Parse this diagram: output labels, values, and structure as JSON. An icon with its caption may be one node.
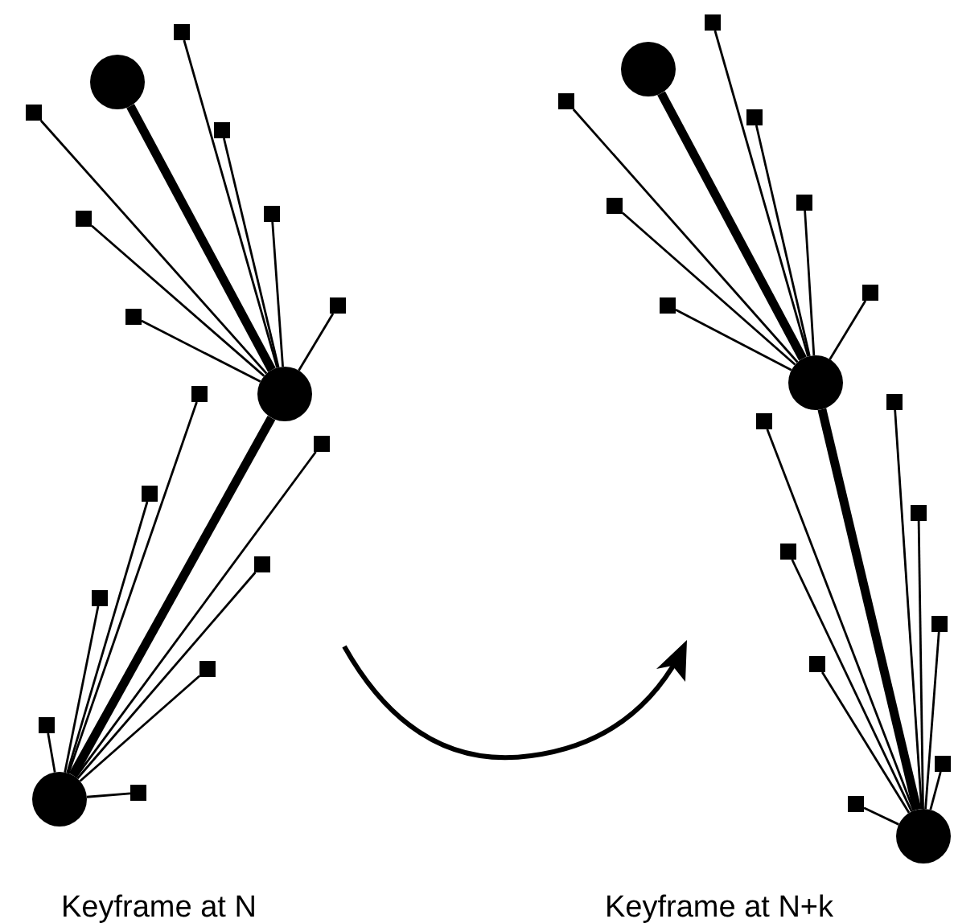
{
  "diagram": {
    "nodes": [
      {
        "text": [],
        "shape": "circle"
      },
      {
        "text": [],
        "shape": "circle"
      },
      {
        "text": [],
        "shape": "circle"
      },
      {
        "text": [],
        "shape": "circle"
      },
      {
        "text": [],
        "shape": "circle"
      },
      {
        "text": [],
        "shape": "circle"
      },
      {
        "text": [],
        "shape": "box"
      },
      {
        "text": [],
        "shape": "box"
      },
      {
        "text": [],
        "shape": "box"
      },
      {
        "text": [],
        "shape": "box"
      },
      {
        "text": [],
        "shape": "box"
      },
      {
        "text": [],
        "shape": "box"
      },
      {
        "text": [],
        "shape": "box"
      },
      {
        "text": [],
        "shape": "box"
      },
      {
        "text": [],
        "shape": "box"
      },
      {
        "text": [],
        "shape": "box"
      },
      {
        "text": [],
        "shape": "box"
      },
      {
        "text": [],
        "shape": "box"
      },
      {
        "text": [],
        "shape": "box"
      },
      {
        "text": [],
        "shape": "box"
      },
      {
        "text": [],
        "shape": "box"
      },
      {
        "text": [],
        "shape": "box"
      },
      {
        "text": [],
        "shape": "box"
      },
      {
        "text": [],
        "shape": "box"
      },
      {
        "text": [],
        "shape": "box"
      },
      {
        "text": [],
        "shape": "box"
      },
      {
        "text": [],
        "shape": "box"
      },
      {
        "text": [],
        "shape": "box"
      },
      {
        "text": [],
        "shape": "box"
      },
      {
        "text": [],
        "shape": "box"
      },
      {
        "text": [],
        "shape": "box"
      },
      {
        "text": [],
        "shape": "box"
      },
      {
        "text": [],
        "shape": "box"
      },
      {
        "text": [],
        "shape": "box"
      },
      {
        "text": [],
        "shape": "box"
      },
      {
        "text": [],
        "shape": "box"
      }
    ],
    "edges": [
      {
        "from": 0,
        "to": 1,
        "arrow": "none",
        "style": "thick"
      },
      {
        "from": 1,
        "to": 2,
        "arrow": "none",
        "style": "thick"
      },
      {
        "from": 3,
        "to": 4,
        "arrow": "none",
        "style": "thick"
      },
      {
        "from": 4,
        "to": 5,
        "arrow": "none",
        "style": "thick"
      },
      {
        "from": 1,
        "to": 6,
        "arrow": "none"
      },
      {
        "from": 1,
        "to": 7,
        "arrow": "none"
      },
      {
        "from": 1,
        "to": 8,
        "arrow": "none"
      },
      {
        "from": 1,
        "to": 9,
        "arrow": "none"
      },
      {
        "from": 1,
        "to": 10,
        "arrow": "none"
      },
      {
        "from": 1,
        "to": 11,
        "arrow": "none"
      },
      {
        "from": 1,
        "to": 12,
        "arrow": "none"
      },
      {
        "from": 2,
        "to": 13,
        "arrow": "none"
      },
      {
        "from": 2,
        "to": 14,
        "arrow": "none"
      },
      {
        "from": 2,
        "to": 15,
        "arrow": "none"
      },
      {
        "from": 2,
        "to": 16,
        "arrow": "none"
      },
      {
        "from": 2,
        "to": 17,
        "arrow": "none"
      },
      {
        "from": 2,
        "to": 18,
        "arrow": "none"
      },
      {
        "from": 2,
        "to": 19,
        "arrow": "none"
      },
      {
        "from": 2,
        "to": 20,
        "arrow": "none"
      },
      {
        "from": 4,
        "to": 21,
        "arrow": "none"
      },
      {
        "from": 4,
        "to": 22,
        "arrow": "none"
      },
      {
        "from": 4,
        "to": 23,
        "arrow": "none"
      },
      {
        "from": 4,
        "to": 24,
        "arrow": "none"
      },
      {
        "from": 4,
        "to": 25,
        "arrow": "none"
      },
      {
        "from": 4,
        "to": 26,
        "arrow": "none"
      },
      {
        "from": 4,
        "to": 27,
        "arrow": "none"
      },
      {
        "from": 5,
        "to": 28,
        "arrow": "none"
      },
      {
        "from": 5,
        "to": 29,
        "arrow": "none"
      },
      {
        "from": 5,
        "to": 30,
        "arrow": "none"
      },
      {
        "from": 5,
        "to": 31,
        "arrow": "none"
      },
      {
        "from": 5,
        "to": 32,
        "arrow": "none"
      },
      {
        "from": 5,
        "to": 33,
        "arrow": "none"
      },
      {
        "from": 5,
        "to": 34,
        "arrow": "none"
      },
      {
        "from": 5,
        "to": 35,
        "arrow": "none"
      }
    ],
    "labels": [
      "Keyframe at N",
      "Keyframe at N+k"
    ]
  }
}
